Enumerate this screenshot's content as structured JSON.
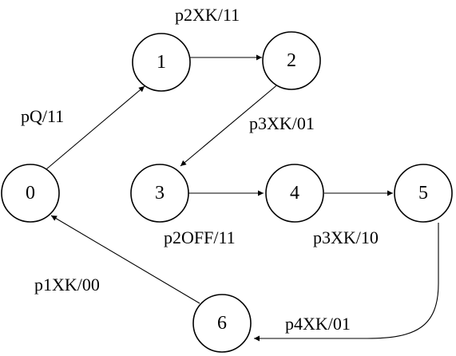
{
  "diagram": {
    "type": "state-transition",
    "nodes": [
      {
        "id": "n0",
        "label": "0"
      },
      {
        "id": "n1",
        "label": "1"
      },
      {
        "id": "n2",
        "label": "2"
      },
      {
        "id": "n3",
        "label": "3"
      },
      {
        "id": "n4",
        "label": "4"
      },
      {
        "id": "n5",
        "label": "5"
      },
      {
        "id": "n6",
        "label": "6"
      }
    ],
    "edges": [
      {
        "id": "e01",
        "from": "0",
        "to": "1",
        "label": "pQ/11"
      },
      {
        "id": "e12",
        "from": "1",
        "to": "2",
        "label": "p2XK/11"
      },
      {
        "id": "e23",
        "from": "2",
        "to": "3",
        "label": "p3XK/01"
      },
      {
        "id": "e34",
        "from": "3",
        "to": "4",
        "label": "p2OFF/11"
      },
      {
        "id": "e45",
        "from": "4",
        "to": "5",
        "label": "p3XK/10"
      },
      {
        "id": "e56",
        "from": "5",
        "to": "6",
        "label": "p4XK/01"
      },
      {
        "id": "e60",
        "from": "6",
        "to": "0",
        "label": "p1XK/00"
      }
    ]
  }
}
